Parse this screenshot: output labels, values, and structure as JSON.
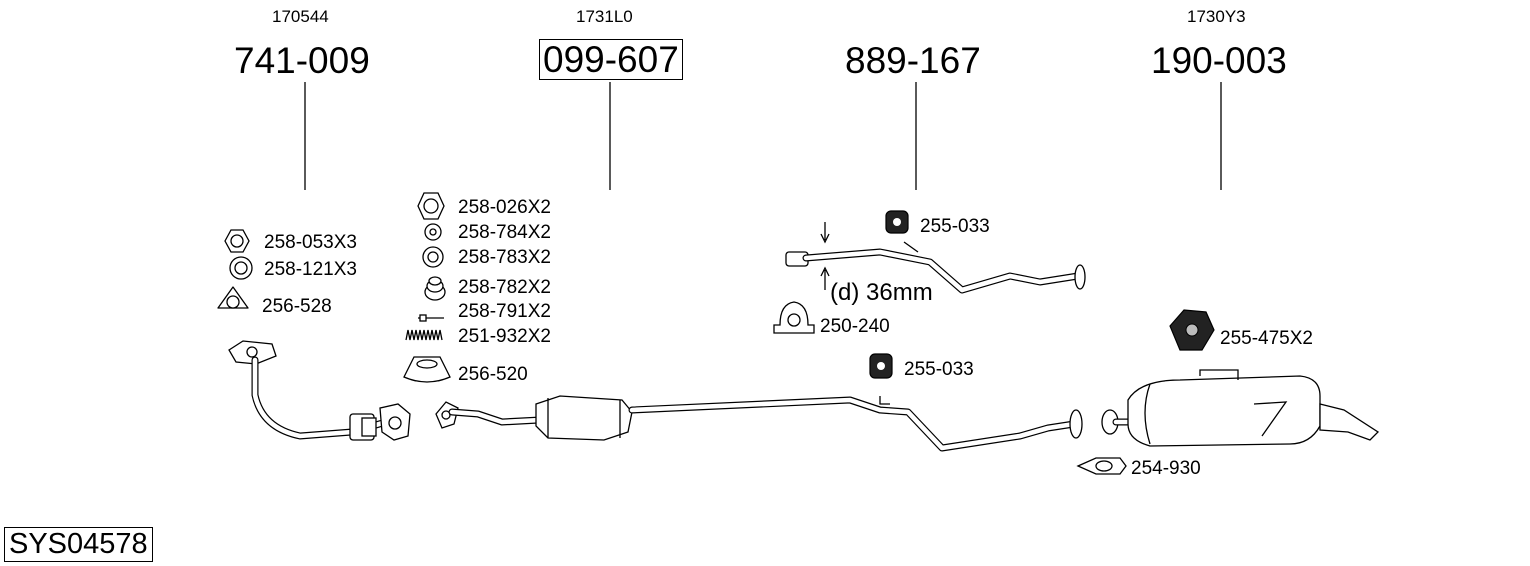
{
  "columns": [
    {
      "code": "170544",
      "number": "741-009"
    },
    {
      "code": "1731L0",
      "number": "099-607"
    },
    {
      "code": "",
      "number": "889-167"
    },
    {
      "code": "1730Y3",
      "number": "190-003"
    }
  ],
  "group1_parts": [
    "258-053X3",
    "258-121X3",
    "256-528"
  ],
  "group2_parts": [
    "258-026X2",
    "258-784X2",
    "258-783X2",
    "258-782X2",
    "258-791X2",
    "251-932X2",
    "256-520"
  ],
  "group3_parts": [
    "255-033",
    "250-240",
    "255-033"
  ],
  "diameter_note": "(d) 36mm",
  "group4_parts": [
    "255-475X2",
    "254-930"
  ],
  "system_id": "SYS04578"
}
